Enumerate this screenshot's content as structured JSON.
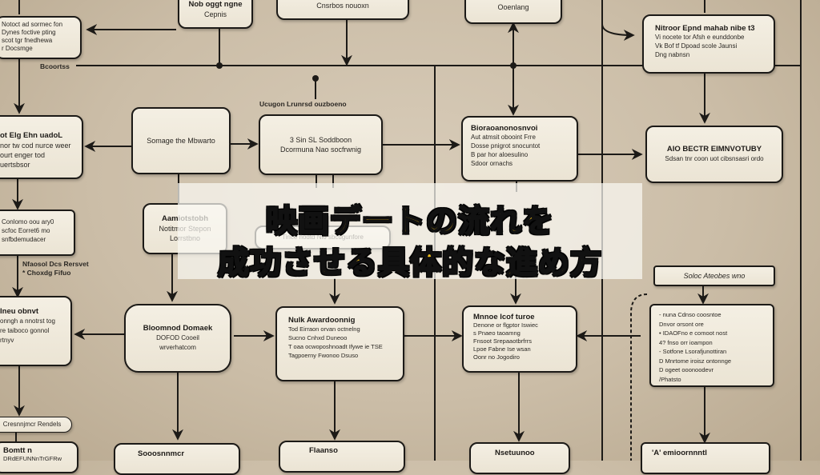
{
  "title": {
    "line1": "映画デートの流れを",
    "line2": "成功させる具体的な進め方",
    "text_color": "#f7c21a",
    "stroke_color": "#111111"
  },
  "colors": {
    "background": "#cbbda7",
    "box_fill": "#f0eadd",
    "line": "#1c1a17"
  },
  "boxes": [
    {
      "id": "b1",
      "title": "",
      "lines": [
        "Notoct ad sormec fon",
        "Dynes foctive pting",
        "scot tgr fnedhewa",
        "r Docsmge"
      ]
    },
    {
      "id": "b2",
      "title": "Nob oggt ngne",
      "lines": [
        "Cepnis"
      ]
    },
    {
      "id": "b3",
      "title": "",
      "lines": [
        "Cnsrbos nouoxn"
      ]
    },
    {
      "id": "b4",
      "title": "",
      "lines": [
        "Ooenlang"
      ]
    },
    {
      "id": "b5",
      "title": "Nitroor Epnd mahab nibe t3",
      "lines": [
        "Vi nocete tor Afsh e eunddonbe",
        "Vk Bof tf Dpoad scole Jaunsi",
        "Dng nabnsn"
      ]
    },
    {
      "id": "b6",
      "title": "ot Elg Ehn uadoL",
      "lines": [
        "nor tw cod nurce weer",
        "ourt enger tod",
        "uertsbsor"
      ]
    },
    {
      "id": "b7",
      "title": "",
      "lines": [
        "Somage the Mbwarto"
      ]
    },
    {
      "id": "b8",
      "title": "",
      "lines": [
        "3 Sin SL Soddboon",
        "Dcormuna Nao socfrwnig"
      ]
    },
    {
      "id": "b9",
      "title": "Bioraoanonosnvoi",
      "lines": [
        "Aut atmsit obooint Frre",
        "Dosse pnigrot snocuntot",
        "B par hor aloesulino",
        "Sdoor ornachs"
      ]
    },
    {
      "id": "b10",
      "title": "",
      "lines": [
        "AIO BECTR EIMNVOTUBY",
        "Sdsan tnr coon uot cibsnsasri ordo"
      ]
    },
    {
      "id": "b11",
      "title": "",
      "lines": [
        "Conlomo oou ary0",
        "scfoc Eorret6 mo",
        "snfbdemudacer"
      ]
    },
    {
      "id": "b12",
      "title": "Aamiotstobh",
      "lines": [
        "Notitmor Stepon",
        "Lorrstbno"
      ]
    },
    {
      "id": "b13",
      "title": "",
      "lines": [
        "Tince nodtd Nlo sbcugunfore"
      ]
    },
    {
      "id": "b14",
      "title": "Soloc Ateobes wno",
      "lines": []
    },
    {
      "id": "b15",
      "title": "Ineu obnvt",
      "lines": [
        "onngh a nnotrst tog",
        "re taiboco gonnol",
        "rtnyv"
      ]
    },
    {
      "id": "b16",
      "title": "",
      "lines": [
        "Bloomnod Domaek",
        "DOFOD Cooeil",
        "wrverhatcom"
      ]
    },
    {
      "id": "b17",
      "title": "Nulk Awardoonnig",
      "lines": [
        "Tod Eirraon orvan octnelng",
        "Sucno Cnhxd Duneoo",
        "T oaa ocwoposhnoadt Ifywe ie TSE",
        "Tagpoerny Fwonoo Dsuso"
      ]
    },
    {
      "id": "b18",
      "title": "Mnnoe lcof turoe",
      "lines": [
        "Denone or flgptor Iswiec",
        "s Pnaeo taoamng",
        "Fnsoot Srepaaotbrfrrs",
        "Lpoe Fabne Ise wsan",
        "Oonr no Jogodiro"
      ]
    },
    {
      "id": "b19",
      "title": "",
      "lines": [
        "- nuna Cdnso coosntoe",
        "Dnvor orsont ore",
        "• IDAOFno e comoot nost",
        "4? fnso orr ioampon",
        "- Sotfone Lsorafjunottiran",
        "D Mnrtome iroisz ontonnge",
        "D ogeet ooonoodevr",
        "/Phatsto"
      ]
    },
    {
      "id": "b20",
      "title": "Cresnnjmcr Rendels",
      "lines": []
    },
    {
      "id": "b21",
      "title": "Bomtt n",
      "lines": [
        "DRdEFUNNnTrGFRw"
      ]
    },
    {
      "id": "b22",
      "title": "Sooosnnmcr",
      "lines": []
    },
    {
      "id": "b23",
      "title": "Flaanso",
      "lines": []
    },
    {
      "id": "b24",
      "title": "Nsetuunoo",
      "lines": []
    },
    {
      "id": "b25",
      "title": "'A' emioornnntl",
      "lines": []
    }
  ],
  "labels": [
    {
      "id": "l1",
      "text": "Bcoortss"
    },
    {
      "id": "l2",
      "text": "Ucugon Lrunrsd ouzboeno"
    },
    {
      "id": "l3",
      "text": "Nfaosol Dcs Rersvet"
    },
    {
      "id": "l4",
      "text": "* Choxdg Fifuo"
    }
  ]
}
